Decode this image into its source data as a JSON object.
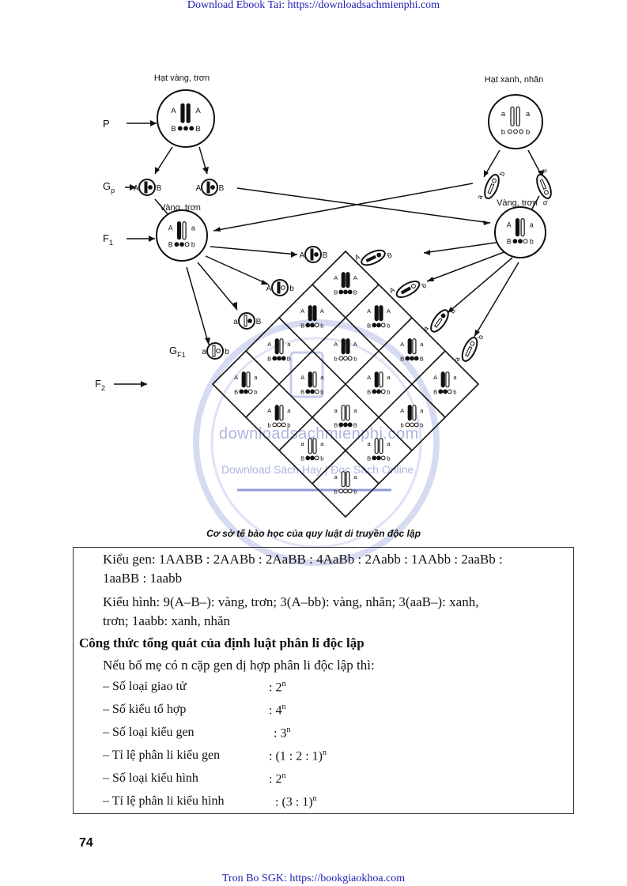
{
  "header": {
    "link_text": "Download Ebook Tai: https://downloadsachmienphi.com"
  },
  "footer": {
    "link_text": "Tron Bo SGK: https://bookgiaokhoa.com"
  },
  "diagram": {
    "parent_left_label": "Hạt vàng, trơn",
    "parent_right_label": "Hạt xanh, nhăn",
    "row_labels": {
      "p": "P",
      "gp": "Gp",
      "f1": "F1",
      "gf1": "GF1",
      "f2": "F2"
    },
    "f1_label": "Vàng, trơn",
    "gamete_types": [
      "AB",
      "Ab",
      "aB",
      "ab"
    ],
    "f2_grid": [
      [
        "AABB",
        "AABb",
        "AaBB",
        "AaBb"
      ],
      [
        "AABb",
        "AAbb",
        "AaBb",
        "Aabb"
      ],
      [
        "AaBB",
        "AaBb",
        "aaBB",
        "aaBb"
      ],
      [
        "AaBb",
        "Aabb",
        "aaBb",
        "aabb"
      ]
    ],
    "caption": "Cơ sở tế bào học của quy luật di truyền độc lập"
  },
  "watermark": {
    "line1": "downloadsachmienphi.com",
    "line2": "Download Sách Hay | Đọc Sách Online"
  },
  "content": {
    "genotype_line1": "Kiểu gen: 1AABB : 2AABb : 2AaBB : 4AaBb : 2Aabb : 1AAbb : 2aaBb :",
    "genotype_line2": "1aaBB : 1aabb",
    "phenotype_line1": "Kiểu hình: 9(A–B–): vàng, trơn; 3(A–bb): vàng, nhăn; 3(aaB–): xanh,",
    "phenotype_line2": "trơn; 1aabb: xanh, nhăn",
    "heading": "Công thức tổng quát của định luật phân li độc lập",
    "intro": "Nếu bố mẹ có n cặp gen dị hợp phân li độc lập thì:",
    "formulas": [
      {
        "label": "– Số loại giao tử",
        "value": ": 2",
        "exp": "n"
      },
      {
        "label": "– Số kiểu tổ hợp",
        "value": ": 4",
        "exp": "n"
      },
      {
        "label": "– Số loại kiểu gen",
        "value": ": 3",
        "exp": "n"
      },
      {
        "label": "– Tỉ lệ phân li kiểu gen",
        "value": ": (1 : 2 : 1)",
        "exp": "n"
      },
      {
        "label": "– Số loại kiểu hình",
        "value": ": 2",
        "exp": "n"
      },
      {
        "label": "– Tỉ lệ phân li kiểu hình",
        "value": ": (3 : 1)",
        "exp": "n"
      }
    ]
  },
  "page_number": "74"
}
